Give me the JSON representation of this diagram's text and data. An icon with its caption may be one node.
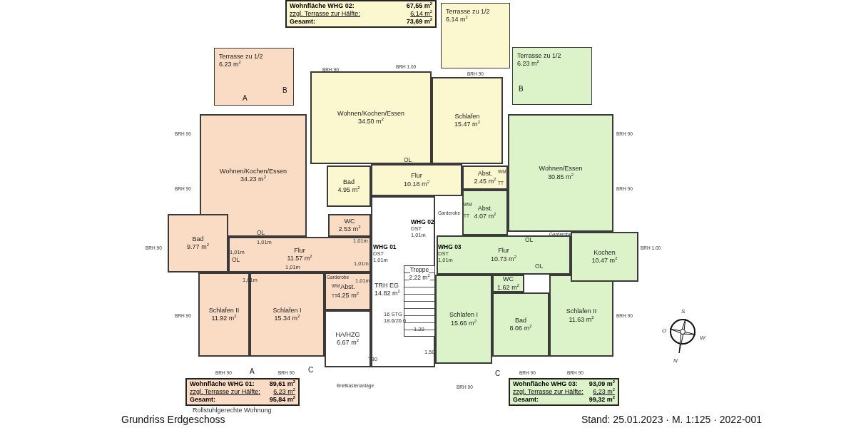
{
  "diagram": {
    "title": "Grundriss Erdgeschoss",
    "caption": "Stand: 25.01.2023 · M. 1:125 · 2022-001",
    "nodes": [
      {
        "text": [
          "Wohnfläche WHG 02:",
          "67,55 m$^{2}$",
          "zzgl. Terrasse zur Hälfte:",
          "6,14 m$^{2}$",
          "Gesamt:",
          "73,69 m$^{2}$"
        ]
      },
      {
        "text": [
          "Terrasse zu 1/2",
          "6.14 m$^{2}$"
        ]
      },
      {
        "text": [
          "Terrasse zu 1/2",
          "6.23 m$^{2}$"
        ]
      },
      {
        "text": [
          "Terrasse zu 1/2",
          "6.23 m$^{2}$"
        ]
      },
      {
        "text": [
          "Wohnen/Kochen/Essen",
          "34.50 m$^{2}$"
        ]
      },
      {
        "text": [
          "Schlafen",
          "15.47 m$^{2}$"
        ]
      },
      {
        "text": [
          "Wohnen/Kochen/Essen",
          "34.23 m$^{2}$"
        ]
      },
      {
        "text": [
          "Bad",
          "4.95 m$^{2}$"
        ]
      },
      {
        "text": [
          "Flur",
          "10.18 m$^{2}$"
        ]
      },
      {
        "text": [
          "Abst.",
          "2.45 m$^{2}$"
        ]
      },
      {
        "text": [
          "Wohnen/Essen",
          "30.85 m$^{2}$"
        ]
      },
      {
        "text": [
          "Abst.",
          "4.07 m$^{2}$"
        ]
      },
      {
        "text": [
          "WC",
          "2.53 m$^{2}$"
        ]
      },
      {
        "text": [
          "Bad",
          "9.77 m$^{2}$"
        ]
      },
      {
        "text": [
          "Flur",
          "11.57 m$^{2}$"
        ]
      },
      {
        "text": [
          "TRH EG",
          "14.82 m$^{2}$"
        ]
      },
      {
        "text": [
          "Treppe",
          "2.22 m$^{2}$"
        ],
        "in": 15
      },
      {
        "text": [
          "Flur",
          "10.73 m$^{2}$"
        ]
      },
      {
        "text": [
          "Kochen",
          "10.47 m$^{2}$"
        ]
      },
      {
        "text": [
          "Abst.",
          "4.25 m$^{2}$"
        ]
      },
      {
        "text": [
          "WC",
          "1.62 m$^{2}$"
        ]
      },
      {
        "text": [
          "Schlafen II",
          "11.92 m$^{2}$"
        ]
      },
      {
        "text": [
          "Schlafen I",
          "15.34 m$^{2}$"
        ]
      },
      {
        "text": [
          "HA/HZG",
          "6.67 m$^{2}$"
        ]
      },
      {
        "text": [
          "Schlafen I",
          "15.66 m$^{2}$"
        ]
      },
      {
        "text": [
          "Bad",
          "8.06 m$^{2}$"
        ]
      },
      {
        "text": [
          "Schlafen II",
          "11.63 m$^{2}$"
        ]
      },
      {
        "text": [
          "Wohnfläche WHG 01:",
          "89,61 m$^{2}$",
          "zzgl. Terrasse zur Hälfte:",
          "6,23 m$^{2}$",
          "Gesamt:",
          "95,84 m$^{2}$"
        ],
        "beside": [
          "Rollstuhlgerechte Wohnung"
        ]
      },
      {
        "text": [
          "Wohnfläche WHG 03:",
          "93,09 m$^{2}$",
          "zzgl. Terrasse zur Hälfte:",
          "6,23 m$^{2}$",
          "Gesamt:",
          "99,32 m$^{2}$"
        ]
      }
    ],
    "labels": [
      "BRH 1.00",
      "BRH 90",
      "BRH 90",
      "A",
      "B",
      "B",
      "BRH 90",
      "BRH 90",
      "BRH 90",
      "BRH 90",
      "OL",
      "WM",
      "TT",
      "Garderobe",
      "WM",
      "TT",
      "WHG 02",
      "DST",
      "1,01m",
      "OL",
      "1,01m",
      "1,01m",
      "1,01m",
      "WHG 01",
      "DST",
      "1,01m",
      "WHG 03",
      "DST",
      "1,01m",
      "OL",
      "Garderobe",
      "BRH 90",
      "BRH 1.00",
      "1,01m",
      "OL",
      "1,01m",
      "1,01m",
      "1,01m",
      "Garderobe",
      "OL",
      "WM",
      "TT",
      "16 STG",
      "18.6/26.0",
      "1.20",
      "BRH 90",
      "BRH 90",
      "1.50",
      "T30",
      "BRH 90",
      "BRH 90",
      "BRH 90",
      "BRH 90",
      "A",
      "C",
      "C",
      "Briefkastenanlage",
      "BRH 90",
      "S",
      "O",
      "W",
      "N"
    ]
  }
}
